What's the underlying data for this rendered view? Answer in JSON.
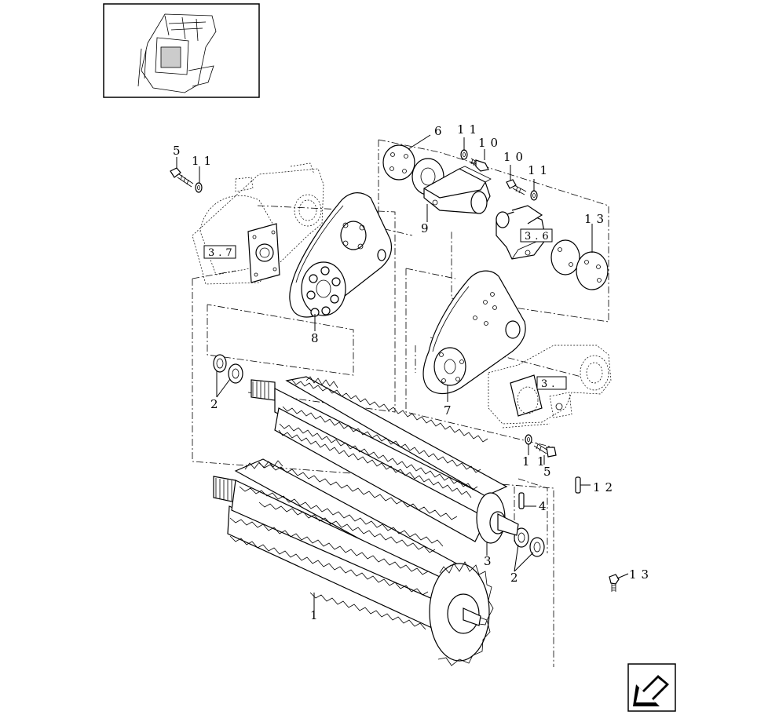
{
  "callouts": {
    "c1": "1",
    "c2a": "2",
    "c2b": "2",
    "c3": "3",
    "c4": "4",
    "c5a": "5",
    "c5b": "5",
    "c6": "6",
    "c7": "7",
    "c8": "8",
    "c9": "9",
    "c10a": "10",
    "c10b": "10",
    "c11a": "11",
    "c11b": "11",
    "c11c": "11",
    "c11d": "1",
    "c12": "12",
    "c13a": "13",
    "c13b": "13"
  },
  "references": {
    "ref_left": "3.7",
    "ref_top": "3.6",
    "ref_right": "3."
  },
  "icons": {
    "thumbnail": "machine-overview-thumbnail",
    "nav": "arrow-back-icon"
  }
}
